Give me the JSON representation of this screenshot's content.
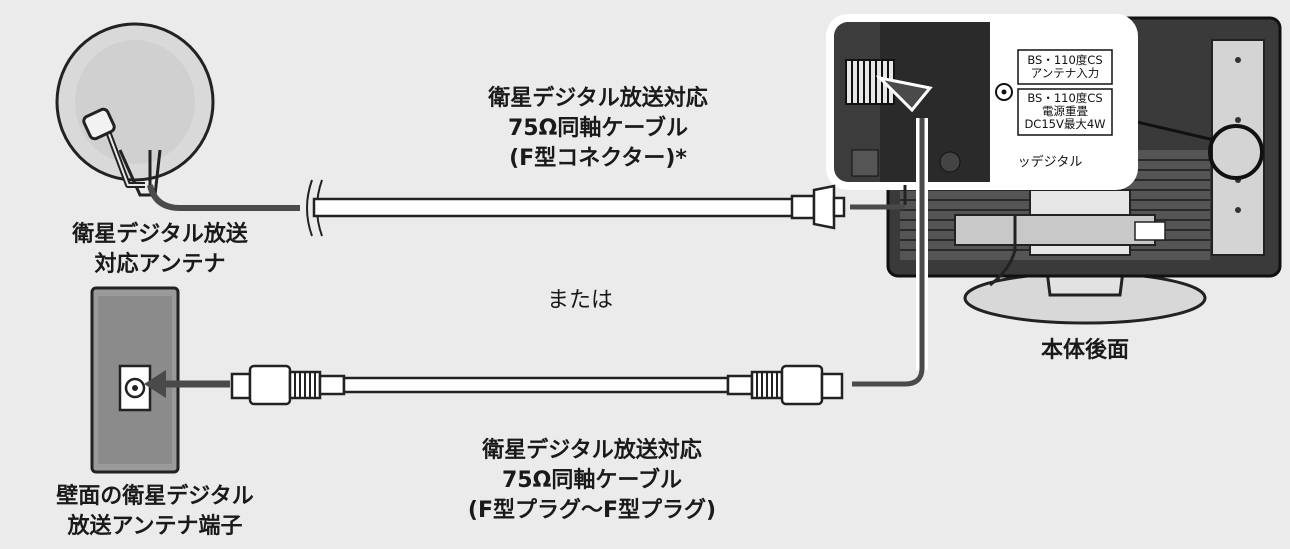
{
  "labels": {
    "cable_top": [
      "衛星デジタル放送対応",
      "75Ω同軸ケーブル",
      "(F型コネクター)*"
    ],
    "antenna": [
      "衛星デジタル放送",
      "対応アンテナ"
    ],
    "or": "または",
    "cable_bottom": [
      "衛星デジタル放送対応",
      "75Ω同軸ケーブル",
      "(F型プラグ〜F型プラグ)"
    ],
    "wall_terminal": [
      "壁面の衛星デジタル",
      "放送アンテナ端子"
    ],
    "rear": "本体後面"
  },
  "panel": {
    "box1": [
      "BS・110度CS",
      "アンテナ入力"
    ],
    "box2": [
      "BS・110度CS",
      "電源重畳",
      "DC15V最大4W"
    ],
    "brand": "ッデジタル"
  },
  "colors": {
    "background": "#ebebeb",
    "cable": "#4a4a4a",
    "text": "#1a1a1a"
  }
}
